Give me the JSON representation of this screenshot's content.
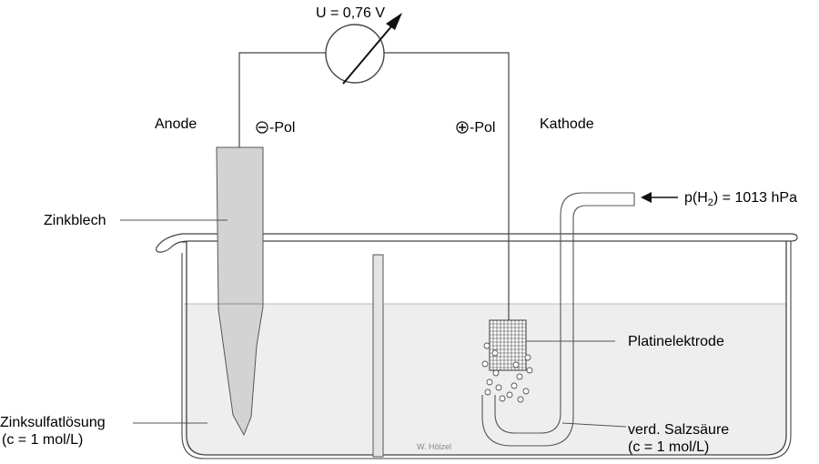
{
  "voltage_label": "U = 0,76 V",
  "anode_label": "Anode",
  "minus_pol": "-Pol",
  "plus_pol": "-Pol",
  "cathode_label": "Kathode",
  "zinc_plate_label": "Zinkblech",
  "pressure_label_prefix": "p(H",
  "pressure_label_sub": "2",
  "pressure_label_suffix": ") = 1013 hPa",
  "platinum_label": "Platinelektrode",
  "zinc_solution_line1": "Zinksulfatlösung",
  "zinc_solution_line2": "(c = 1 mol/L)",
  "acid_line1": "verd. Salzsäure",
  "acid_line2": "(c = 1 mol/L)",
  "author": "W. Hölzel",
  "colors": {
    "zinc": "#d3d3d3",
    "solution": "#eeeeee",
    "line": "#444444"
  }
}
